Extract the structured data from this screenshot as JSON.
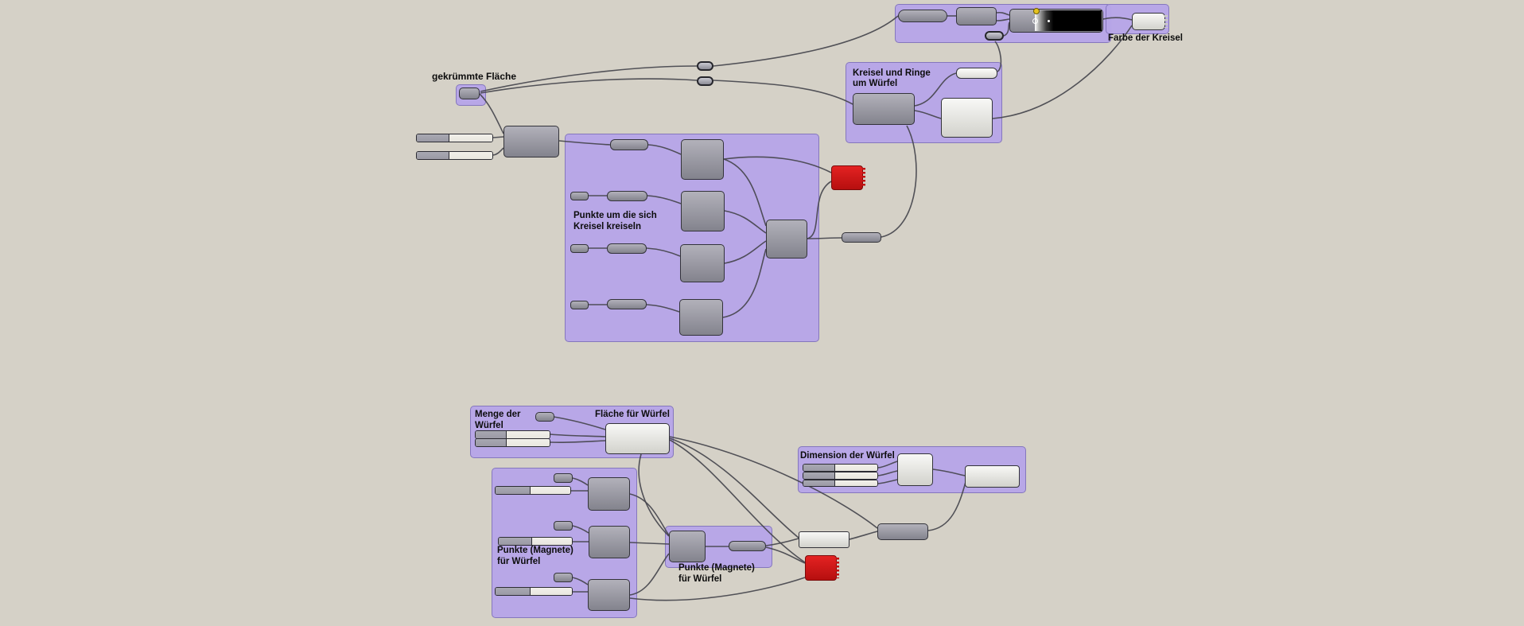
{
  "colors": {
    "canvas_bg": "#d5d1c7",
    "group_fill": "#b7a6e9",
    "group_border": "#8274bd",
    "wire": "#45454d",
    "node_border": "#33333a",
    "node_dark_top": "#b2b1ba",
    "node_dark_bottom": "#83838d",
    "node_light_top": "#f8f8f6",
    "node_light_bottom": "#d2d2cc",
    "slider_dark": "#9b9aa5",
    "slider_light": "#e9e7df",
    "error_red_top": "#e42222",
    "error_red_bottom": "#b60f0f",
    "gradient_yellow": "#e6c31f",
    "text": "#0c0c0c"
  },
  "labels": {
    "gekruemmte_flaeche": "gekrümmte Fläche",
    "farbe_der_kreisel": "Farbe der Kreisel",
    "kreisel_ringe_1": "Kreisel und Ringe",
    "kreisel_ringe_2": "um Würfel",
    "punkte_kreisel_1": "Punkte um die sich",
    "punkte_kreisel_2": "Kreisel kreiseln",
    "menge_1": "Menge der",
    "menge_2": "Würfel",
    "flaeche_fuer_wuerfel": "Fläche für Würfel",
    "dimension_der_wuerfel": "Dimension der Würfel",
    "magnete_links_1": "Punkte (Magnete)",
    "magnete_links_2": "für Würfel",
    "magnete_rechts_1": "Punkte (Magnete)",
    "magnete_rechts_2": "für Würfel"
  }
}
